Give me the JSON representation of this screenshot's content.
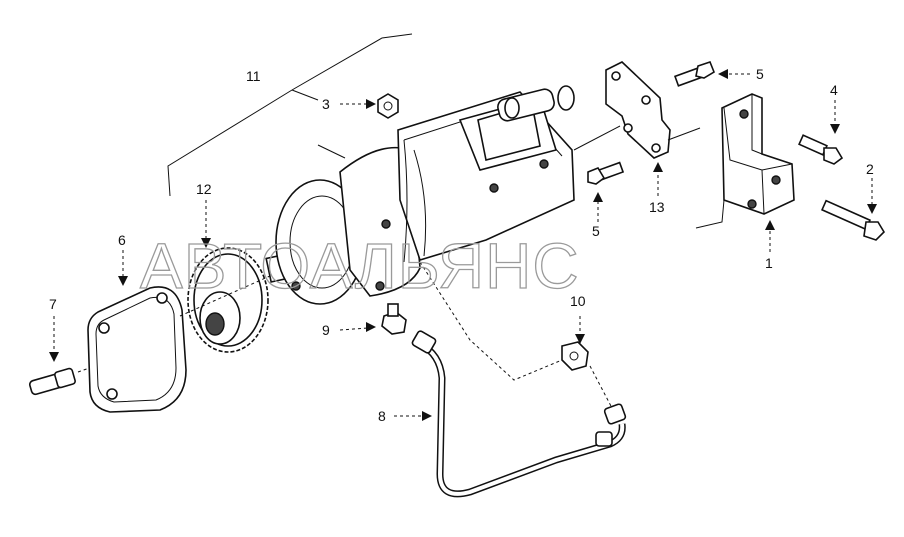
{
  "watermark": "АВТОАЛЬЯНС",
  "labels": {
    "p1": "1",
    "p2": "2",
    "p3": "3",
    "p4": "4",
    "p5a": "5",
    "p5b": "5",
    "p6": "6",
    "p7": "7",
    "p8": "8",
    "p9": "9",
    "p10": "10",
    "p11": "11",
    "p12": "12",
    "p13": "13"
  }
}
